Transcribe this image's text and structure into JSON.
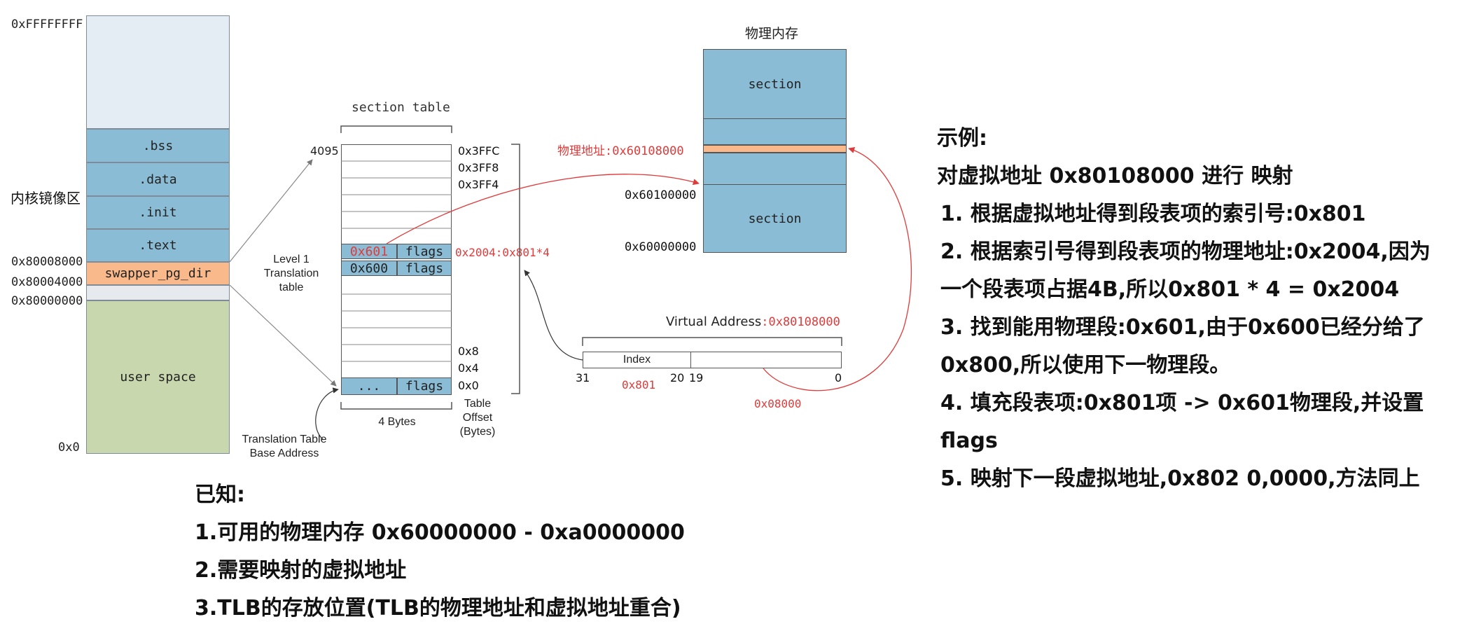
{
  "memory_map": {
    "top_addr": "0xFFFFFFFF",
    "kernel_label": "内核镜像区",
    "segments": [
      ".bss",
      ".data",
      ".init",
      ".text",
      "swapper_pg_dir",
      "user space"
    ],
    "addrs": [
      "0x80008000",
      "0x80004000",
      "0x80000000",
      "0x0"
    ]
  },
  "section_table": {
    "title": "section table",
    "index_top": "4095",
    "row_601": [
      "0x601",
      "flags"
    ],
    "row_600": [
      "0x600",
      "flags"
    ],
    "row_0": [
      "...",
      "flags"
    ],
    "offsets": [
      "0x3FFC",
      "0x3FF8",
      "0x3FF4",
      "0x8",
      "0x4",
      "0x0"
    ],
    "offset_mark": "0x2004:0x801*4",
    "level1_label": "Level 1 Translation table",
    "bytes_label": "4 Bytes",
    "table_offset_label": "Table Offset (Bytes)",
    "base_label": "Translation Table Base Address"
  },
  "physical": {
    "title": "物理内存",
    "section_label": "section",
    "phys_addr_label": "物理地址:0x60108000",
    "addrs": [
      "0x60100000",
      "0x60000000"
    ]
  },
  "virtual": {
    "label": "Virtual Address",
    "value": ":0x80108000",
    "index_label": "Index",
    "bits": [
      "31",
      "20",
      "19",
      "0"
    ],
    "index_value": "0x801",
    "offset_value": "0x08000"
  },
  "example": {
    "lines": [
      "示例:",
      "对虚拟地址 0x80108000 进行 映射",
      "1. 根据虚拟地址得到段表项的索引号:0x801",
      "2. 根据索引号得到段表项的物理地址:0x2004,因为",
      "一个段表项占据4B,所以0x801 * 4 = 0x2004",
      "3. 找到能用物理段:0x601,由于0x600已经分给了",
      "0x800,所以使用下一物理段。",
      "4. 填充段表项:0x801项 -> 0x601物理段,并设置",
      "flags",
      "5. 映射下一段虚拟地址,0x802 0,0000,方法同上"
    ]
  },
  "known": {
    "lines": [
      "已知:",
      "1.可用的物理内存 0x60000000 - 0xa0000000",
      "2.需要映射的虚拟地址",
      "3.TLB的存放位置(TLB的物理地址和虚拟地址重合)"
    ]
  },
  "colors": {
    "blue": "#8bbcd5",
    "orange": "#f9b98a",
    "green": "#c8d7ae",
    "top_fill": "#e4edf4",
    "gap_fill": "#e6eaee",
    "red": "#e03a3a"
  }
}
